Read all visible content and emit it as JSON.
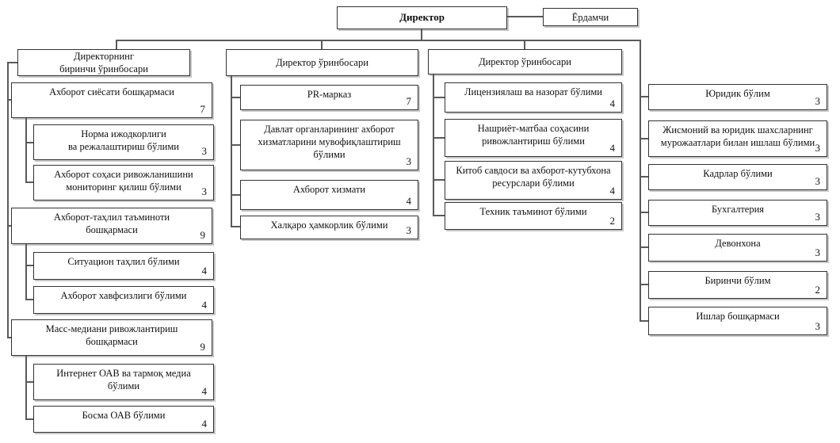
{
  "chart": {
    "director": {
      "label": "Директор"
    },
    "assistant": {
      "label": "Ёрдамчи"
    },
    "col1": {
      "head": "Директорнинг\nбиринчи ўринбосари",
      "units": [
        {
          "label": "Ахборот сиёсати бошқармаси",
          "count": "7",
          "children": [
            {
              "label": "Норма ижодкорлиги\nва режалаштириш бўлими",
              "count": "3"
            },
            {
              "label": "Ахборот соҳаси ривожланишини\nмониторинг қилиш бўлими",
              "count": "3"
            }
          ]
        },
        {
          "label": "Ахборот-таҳлил таъминоти\nбошқармаси",
          "count": "9",
          "children": [
            {
              "label": "Ситуацион таҳлил бўлими",
              "count": "4"
            },
            {
              "label": "Ахборот хавфсизлиги бўлими",
              "count": "4"
            }
          ]
        },
        {
          "label": "Масс-медиани ривожлантириш\nбошқармаси",
          "count": "9",
          "children": [
            {
              "label": "Интернет ОАВ ва тармоқ медиа\nбўлими",
              "count": "4"
            },
            {
              "label": "Босма ОАВ бўлими",
              "count": "4"
            }
          ]
        }
      ]
    },
    "col2": {
      "head": "Директор ўринбосари",
      "units": [
        {
          "label": "PR-марказ",
          "count": "7"
        },
        {
          "label": "Давлат органларининг ахборот\nхизматларини мувофиқлаштириш\nбўлими",
          "count": "3"
        },
        {
          "label": "Ахборот хизмати",
          "count": "4"
        },
        {
          "label": "Халқаро ҳамкорлик бўлими",
          "count": "3"
        }
      ]
    },
    "col3": {
      "head": "Директор ўринбосари",
      "units": [
        {
          "label": "Лицензиялаш ва назорат бўлими",
          "count": "4"
        },
        {
          "label": "Нашриёт-матбаа соҳасини\nривожлантириш бўлими",
          "count": "4"
        },
        {
          "label": "Китоб савдоси ва ахборот-кутубхона\nресурслари бўлими",
          "count": "4"
        },
        {
          "label": "Техник таъминот бўлими",
          "count": "2"
        }
      ]
    },
    "col4": {
      "units": [
        {
          "label": "Юридик бўлим",
          "count": "3"
        },
        {
          "label": "Жисмоний ва юридик шахсларнинг\nмурожаатлари билан ишлаш бўлими",
          "count": "3"
        },
        {
          "label": "Кадрлар бўлими",
          "count": "3"
        },
        {
          "label": "Бухгалтерия",
          "count": "3"
        },
        {
          "label": "Девонхона",
          "count": "3"
        },
        {
          "label": "Биринчи бўлим",
          "count": "2"
        },
        {
          "label": "Ишлар бошқармаси",
          "count": "3"
        }
      ]
    },
    "colors": {
      "line": "#5a5a5a",
      "border": "#333333",
      "text": "#111111",
      "background": "#ffffff"
    }
  }
}
